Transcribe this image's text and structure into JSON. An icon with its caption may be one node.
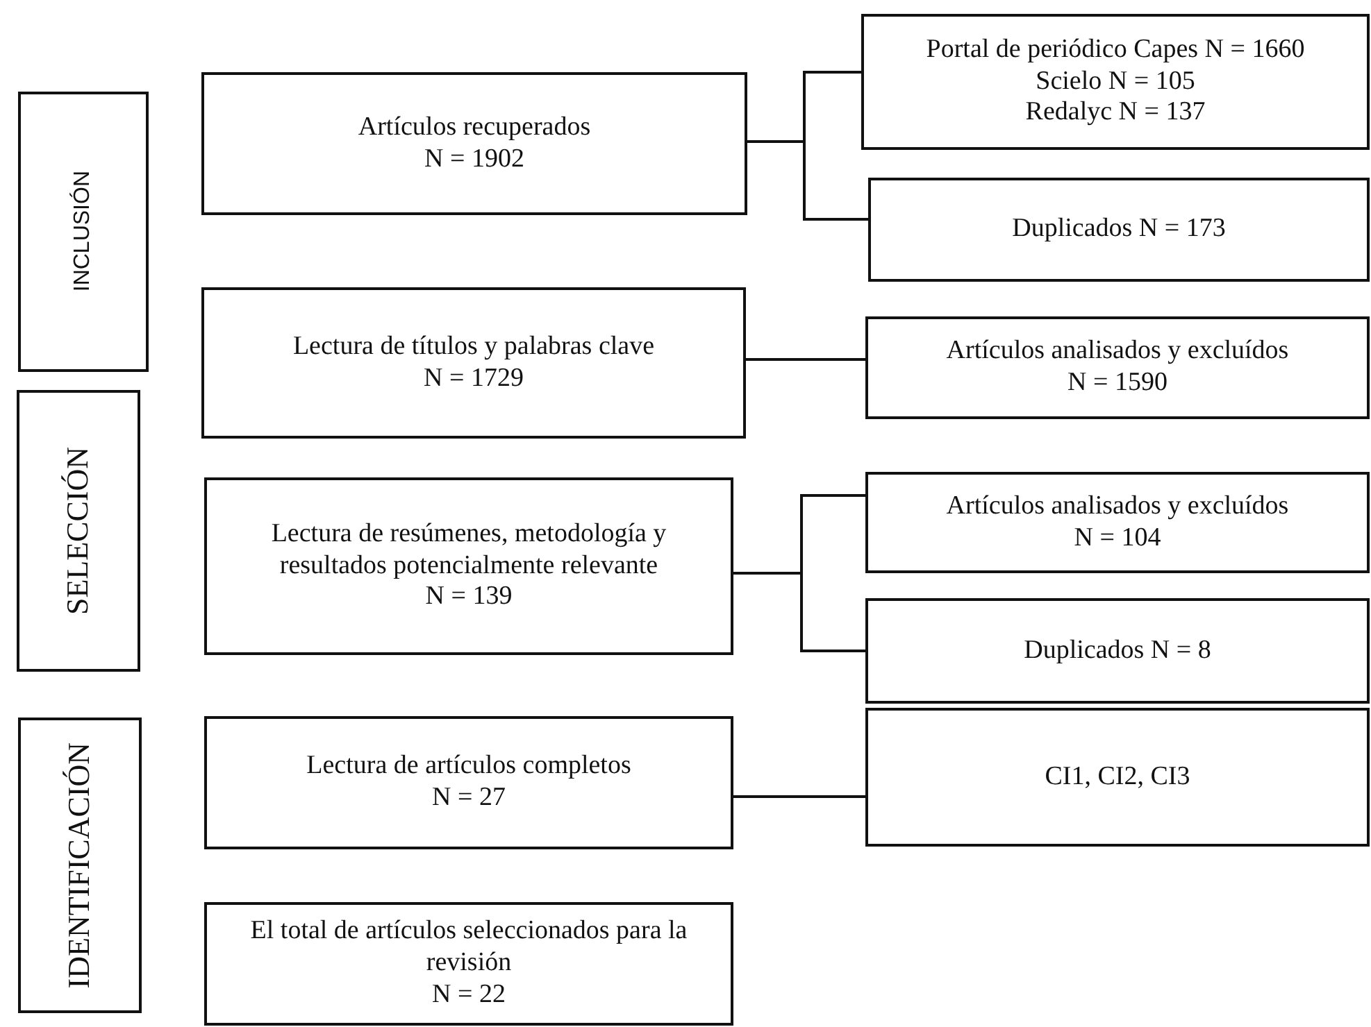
{
  "diagram": {
    "nodes": [
      {
        "text": [
          "INCLUSIÓN"
        ]
      },
      {
        "text": [
          "Artículos recuperados",
          "N = 1902"
        ]
      },
      {
        "text": [
          "Portal de periódico Capes N = 1660",
          "Scielo N = 105",
          "Redalyc N = 137"
        ]
      },
      {
        "text": [
          "Duplicados N = 173"
        ]
      },
      {
        "text": [
          "Lectura de títulos y palabras clave",
          "N = 1729"
        ]
      },
      {
        "text": [
          "Artículos analisados y excluídos",
          "N = 1590"
        ]
      },
      {
        "text": [
          "SELECCIÓN"
        ]
      },
      {
        "text": [
          "Lectura de resúmenes, metodología y resultados potencialmente relevante",
          "N = 139"
        ]
      },
      {
        "text": [
          "Artículos analisados y excluídos",
          "N = 104"
        ]
      },
      {
        "text": [
          "Duplicados N = 8"
        ]
      },
      {
        "text": [
          "IDENTIFICACIÓN"
        ]
      },
      {
        "text": [
          "Lectura de artículos completos",
          "N = 27"
        ]
      },
      {
        "text": [
          "CI1, CI2, CI3"
        ]
      },
      {
        "text": [
          "El total de artículos seleccionados para la revisión",
          "N = 22"
        ]
      }
    ],
    "edges": [
      {
        "from": 1,
        "to": 2,
        "arrow": "none"
      },
      {
        "from": 1,
        "to": 3,
        "arrow": "none"
      },
      {
        "from": 4,
        "to": 5,
        "arrow": "none"
      },
      {
        "from": 7,
        "to": 8,
        "arrow": "none"
      },
      {
        "from": 7,
        "to": 9,
        "arrow": "none"
      },
      {
        "from": 11,
        "to": 12,
        "arrow": "none"
      }
    ]
  }
}
